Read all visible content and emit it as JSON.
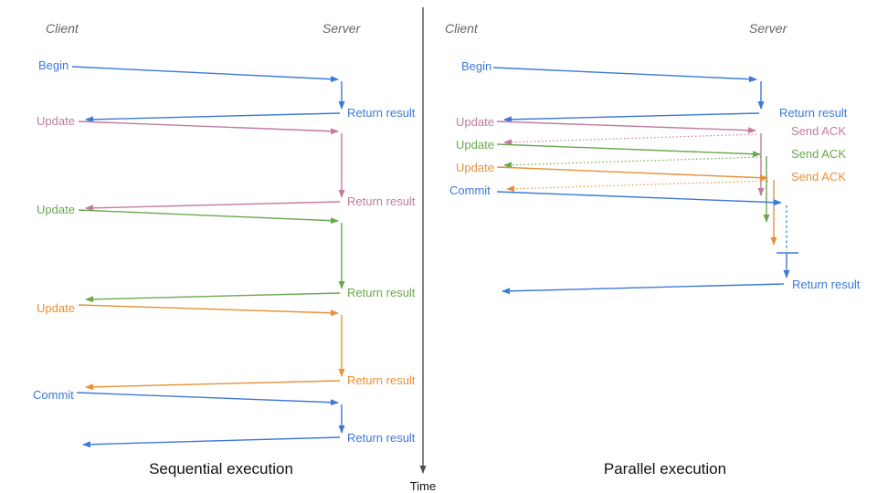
{
  "time_label": "Time",
  "colors": {
    "blue": "#3c78d8",
    "pink": "#c27ba0",
    "green": "#6aa84f",
    "orange": "#e69138",
    "axis": "#4d4d4d",
    "header_gray": "#666666"
  },
  "sequential": {
    "title": "Sequential execution",
    "client": "Client",
    "server": "Server",
    "steps": [
      {
        "request": "Begin",
        "response": "Return result"
      },
      {
        "request": "Update",
        "response": "Return result"
      },
      {
        "request": "Update",
        "response": "Return result"
      },
      {
        "request": "Update",
        "response": "Return result"
      },
      {
        "request": "Commit",
        "response": "Return result"
      }
    ]
  },
  "parallel": {
    "title": "Parallel execution",
    "client": "Client",
    "server": "Server",
    "steps": [
      {
        "request": "Begin",
        "response": "Return result"
      },
      {
        "request": "Update",
        "response": "Send ACK"
      },
      {
        "request": "Update",
        "response": "Send ACK"
      },
      {
        "request": "Update",
        "response": "Send ACK"
      },
      {
        "request": "Commit",
        "response": "Return result"
      }
    ]
  }
}
